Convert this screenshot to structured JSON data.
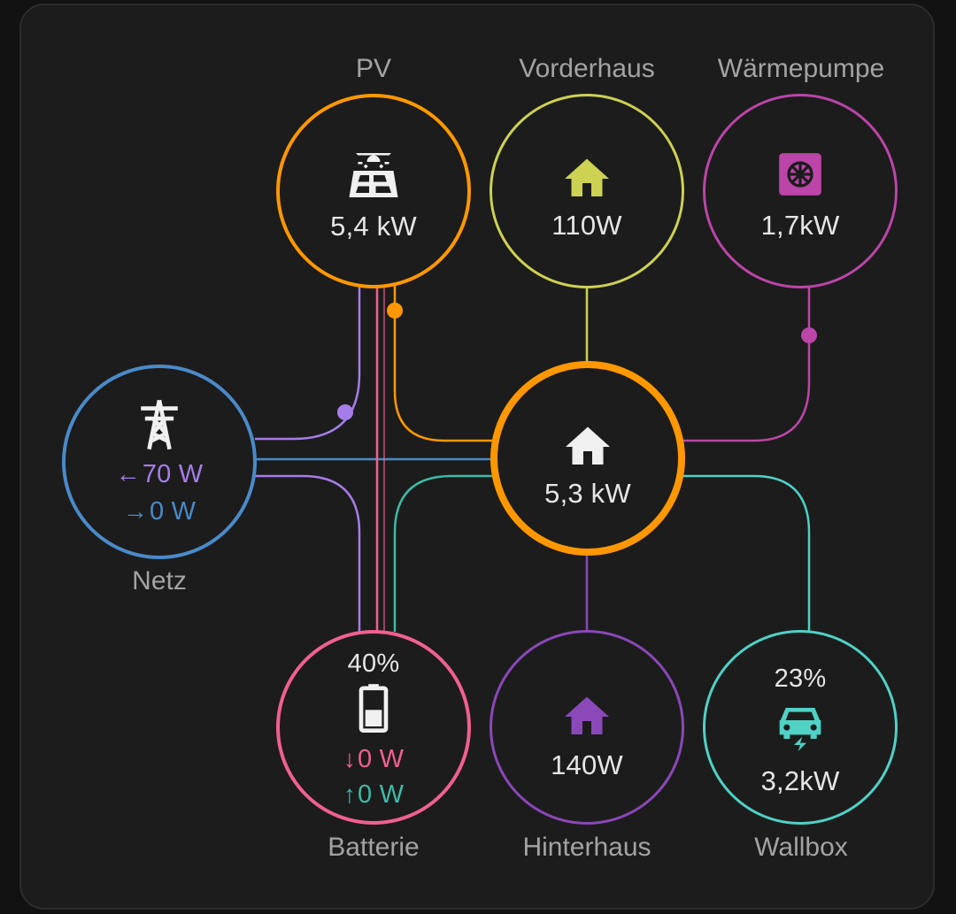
{
  "colors": {
    "background": "#1c1c1c",
    "pv": "#ff9800",
    "vorderhaus": "#cdd252",
    "waermepumpe": "#bb45a8",
    "netz": "#4a8ac9",
    "home": "#ff9800",
    "batterie": "#f0608f",
    "hinterhaus": "#8a48b8",
    "wallbox": "#4fd1c5",
    "return_purple": "#a57de8",
    "battery_green": "#3dbaa6"
  },
  "pv": {
    "label": "PV",
    "value": "5,4 kW",
    "icon": "solar-panel-icon"
  },
  "vorderhaus": {
    "label": "Vorderhaus",
    "value": "110W",
    "icon": "home-icon"
  },
  "waermepumpe": {
    "label": "Wärmepumpe",
    "value": "1,7kW",
    "icon": "heat-pump-icon"
  },
  "netz": {
    "label": "Netz",
    "import": "70 W",
    "export": "0 W",
    "import_arrow": "←",
    "export_arrow": "→",
    "icon": "transmission-tower-icon"
  },
  "home": {
    "value": "5,3 kW",
    "icon": "home-icon"
  },
  "batterie": {
    "label": "Batterie",
    "soc": "40%",
    "in": "0 W",
    "out": "0 W",
    "in_arrow": "↓",
    "out_arrow": "↑",
    "icon": "battery-icon"
  },
  "hinterhaus": {
    "label": "Hinterhaus",
    "value": "140W",
    "icon": "home-icon"
  },
  "wallbox": {
    "label": "Wallbox",
    "soc": "23%",
    "value": "3,2kW",
    "icon": "car-charging-icon"
  }
}
